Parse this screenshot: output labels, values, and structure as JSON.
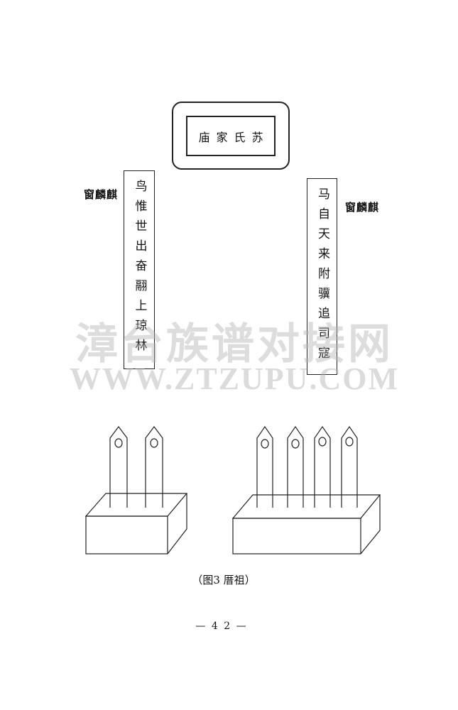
{
  "plaque": {
    "text": "庙家氏苏"
  },
  "left_couplet": {
    "text": "鸟惟世出奋翮上琼林",
    "side_label": "窗麟麒"
  },
  "right_couplet": {
    "text": "马自天来附骥追司寇",
    "side_label": "窗麟麒"
  },
  "watermark": {
    "cn": "漳台族谱对接网",
    "en": "WWW.ZTZUPU.COM"
  },
  "figure": {
    "caption": "（图3  厝祖）"
  },
  "page": {
    "number": "— 4 2 —"
  }
}
